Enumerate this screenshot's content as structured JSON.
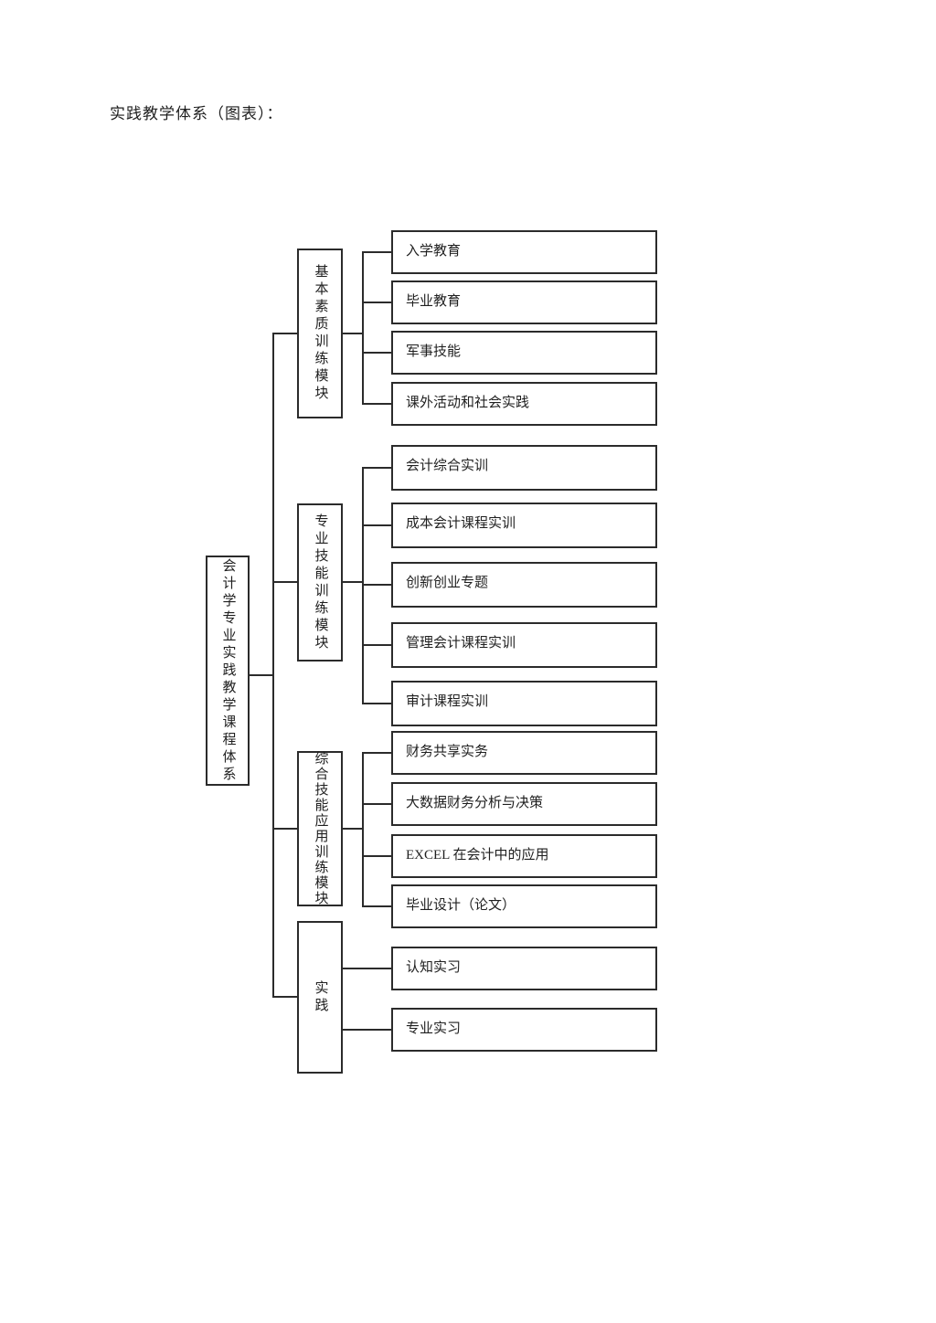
{
  "page": {
    "title": "实践教学体系（图表）："
  },
  "diagram": {
    "root": {
      "label": "会计学专业实践教学课程体系"
    },
    "modules": [
      {
        "label": "基本素质训练模块",
        "leaves": [
          "入学教育",
          "毕业教育",
          "军事技能",
          "课外活动和社会实践"
        ]
      },
      {
        "label": "专业技能训练模块",
        "leaves": [
          "会计综合实训",
          "成本会计课程实训",
          "创新创业专题",
          "管理会计课程实训",
          "审计课程实训"
        ]
      },
      {
        "label": "综合技能应用训练模块",
        "leaves": [
          "财务共享实务",
          "大数据财务分析与决策",
          "EXCEL 在会计中的应用",
          "毕业设计（论文）"
        ]
      },
      {
        "label": "实践",
        "leaves": [
          "认知实习",
          "专业实习"
        ]
      }
    ],
    "line_color": "#2b2b2b"
  }
}
